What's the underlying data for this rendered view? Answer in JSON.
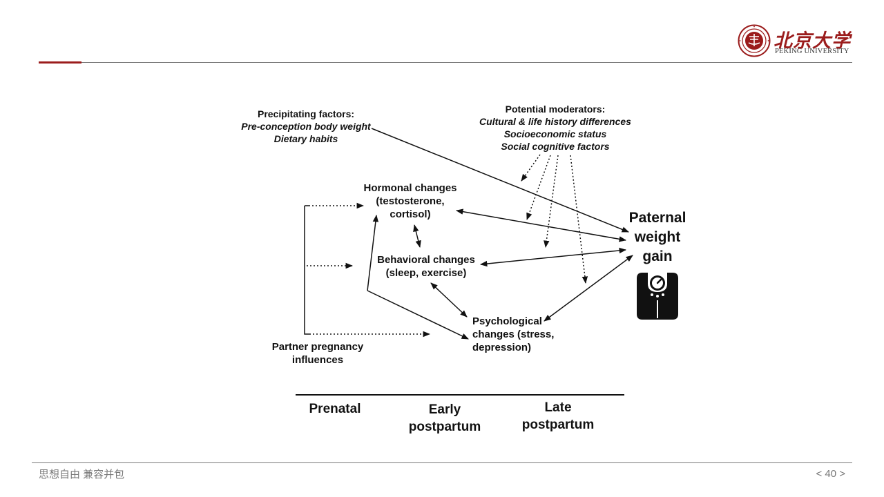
{
  "header": {
    "logo_cn": "北京大学",
    "logo_en": "PEKING UNIVERSITY"
  },
  "footer": {
    "motto": "思想自由 兼容并包",
    "page_number": "< 40 >"
  },
  "diagram": {
    "precipitating": {
      "title": "Precipitating factors:",
      "items": [
        "Pre-conception body weight",
        "Dietary habits"
      ]
    },
    "moderators": {
      "title": "Potential moderators:",
      "items": [
        "Cultural & life history differences",
        "Socioeconomic status",
        "Social cognitive factors"
      ]
    },
    "hormonal": [
      "Hormonal changes",
      "(testosterone,",
      "cortisol)"
    ],
    "behavioral": [
      "Behavioral changes",
      "(sleep, exercise)"
    ],
    "psychological": [
      "Psychological",
      "changes (stress,",
      "depression)"
    ],
    "partner": [
      "Partner pregnancy",
      "influences"
    ],
    "outcome": [
      "Paternal",
      "weight",
      "gain"
    ],
    "outcome_icon": "weight-scale-icon",
    "timeline": {
      "prenatal": [
        "Prenatal"
      ],
      "early": [
        "Early",
        "postpartum"
      ],
      "late": [
        "Late",
        "postpartum"
      ]
    }
  }
}
